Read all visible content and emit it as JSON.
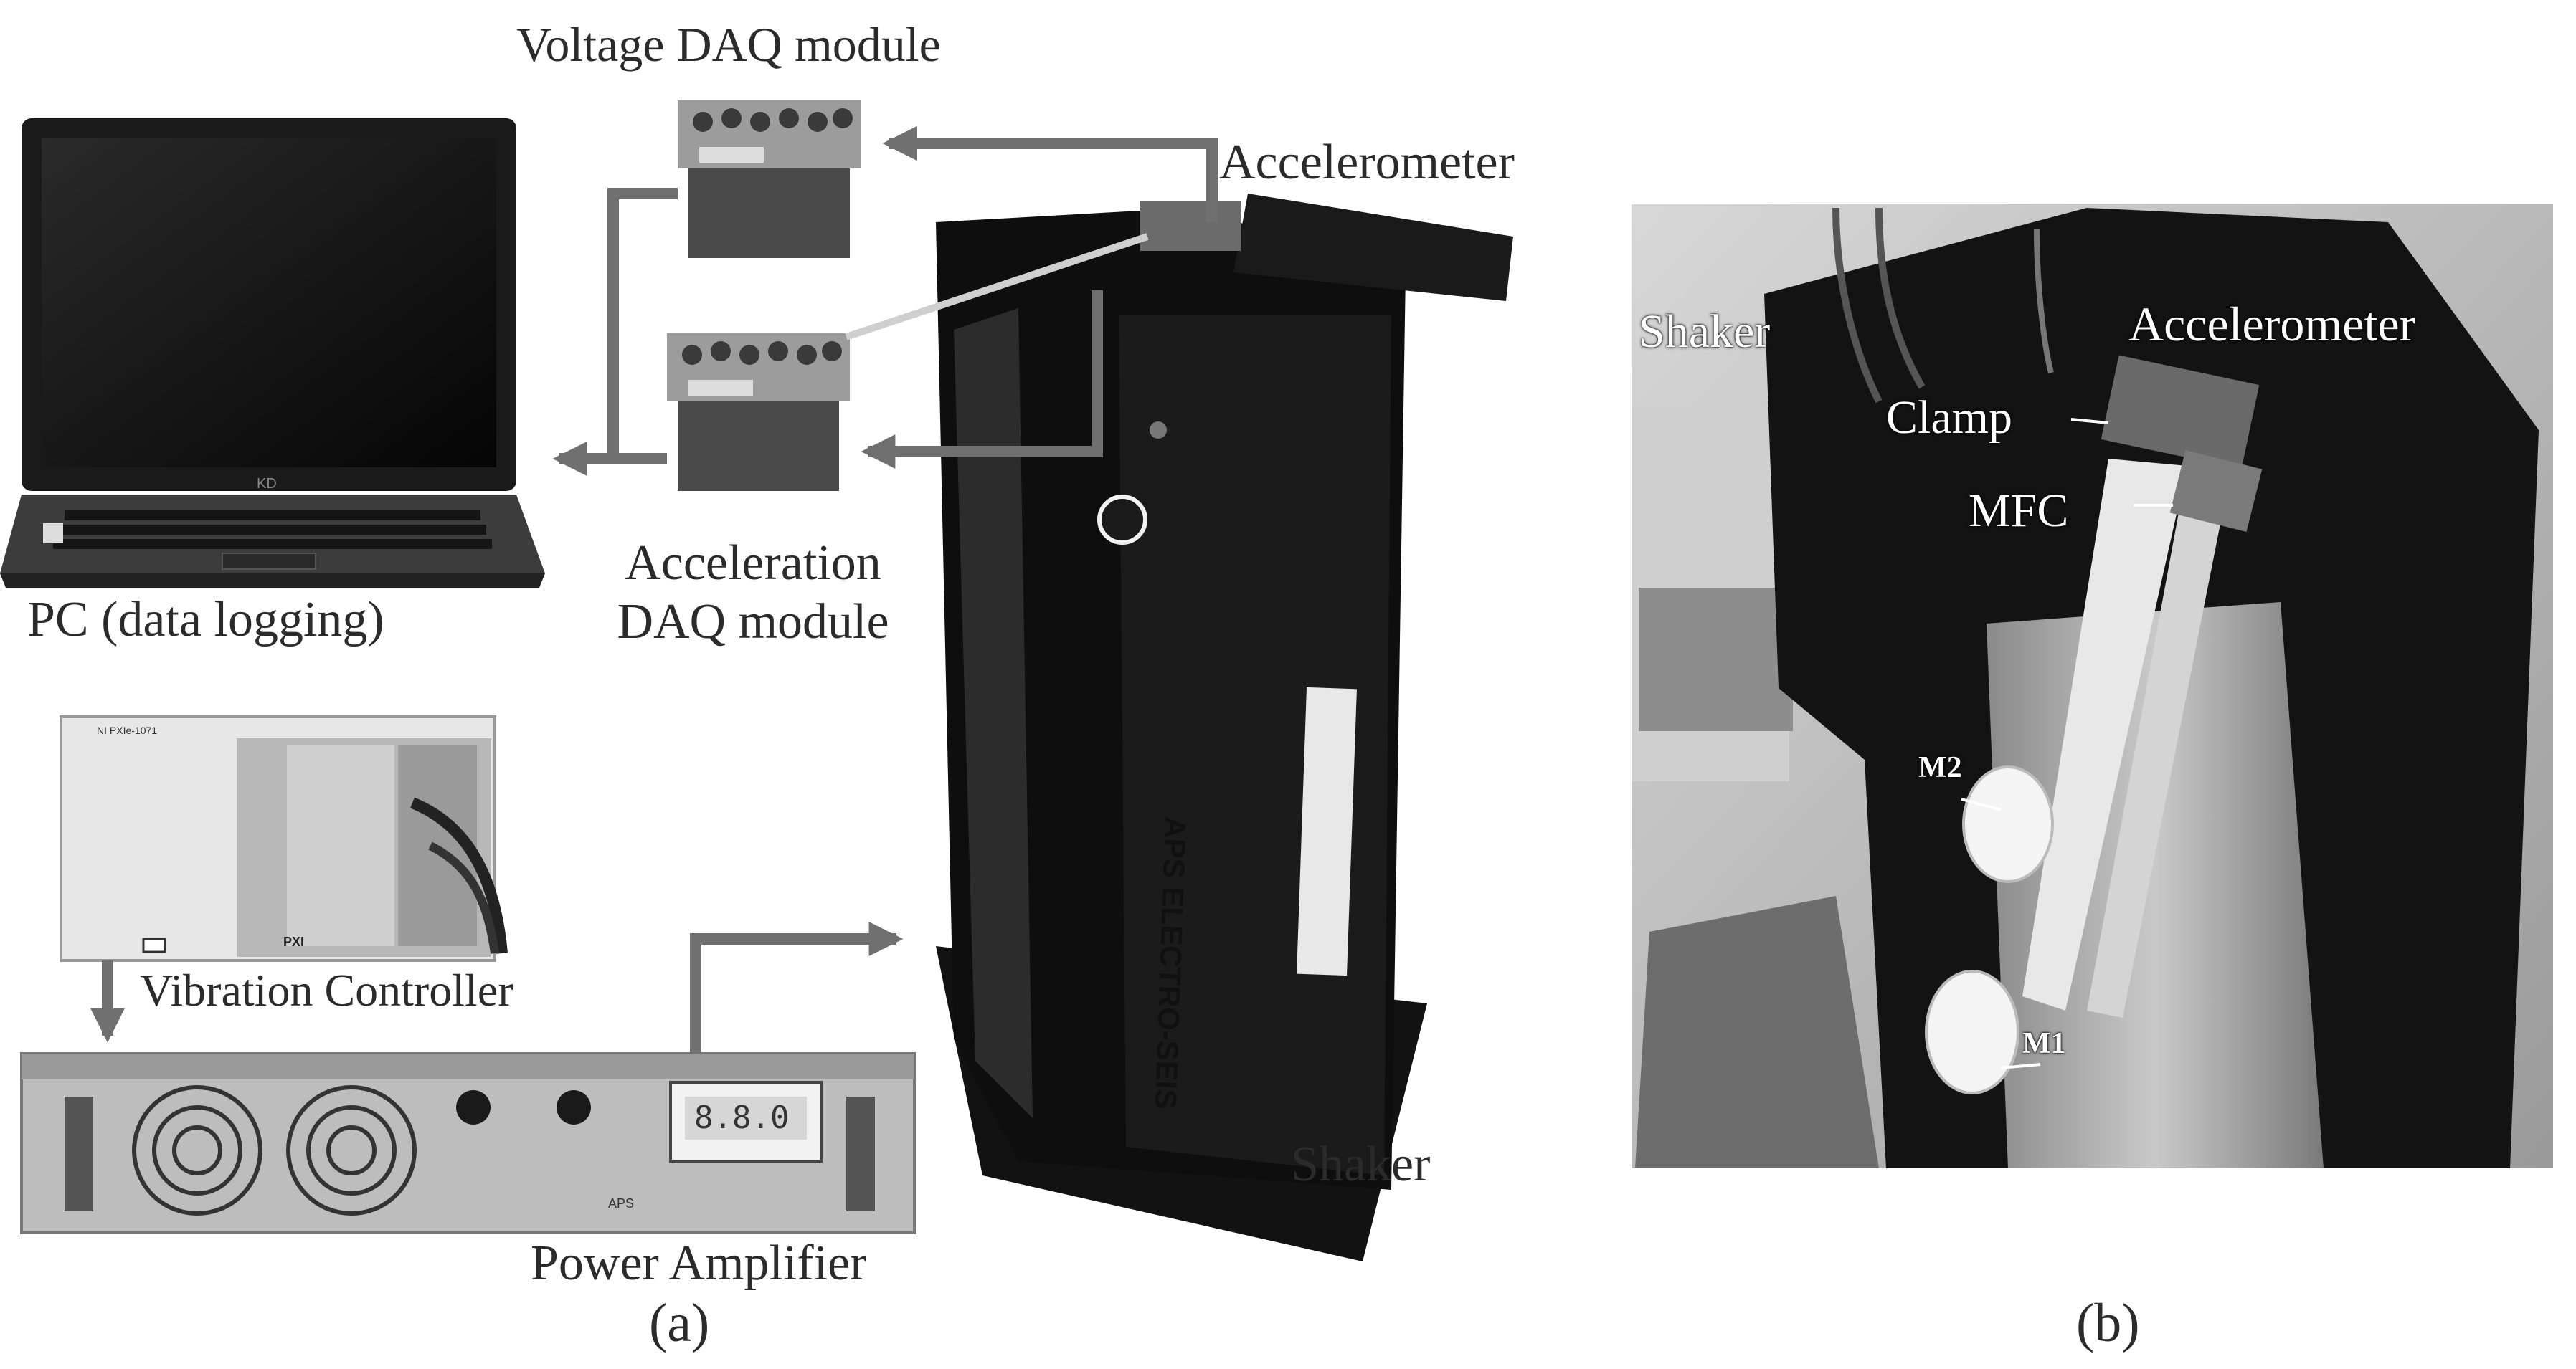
{
  "figure": {
    "panel_a": {
      "labels": {
        "voltage_daq": "Voltage DAQ module",
        "accelerometer": "Accelerometer",
        "pc": "PC (data logging)",
        "acceleration_daq_line1": "Acceleration",
        "acceleration_daq_line2": "DAQ module",
        "vibration_controller": "Vibration Controller",
        "shaker": "Shaker",
        "power_amplifier": "Power Amplifier",
        "caption": "(a)"
      },
      "device_text": {
        "laptop_brand": "KD",
        "shaker_brand": "APS ELECTRO-SEIS",
        "chassis_model": "NI PXIe-1071",
        "controller_slot": "PXI",
        "amp_display": "8.8.0",
        "amp_brand": "APS"
      }
    },
    "panel_b": {
      "labels": {
        "shaker": "Shaker",
        "accelerometer": "Accelerometer",
        "clamp": "Clamp",
        "mfc": "MFC",
        "m2": "M2",
        "m1": "M1",
        "caption": "(b)"
      }
    },
    "colors": {
      "arrow": "#707070",
      "label_text": "#2b2b2b",
      "photo_dark": "#111111"
    }
  }
}
